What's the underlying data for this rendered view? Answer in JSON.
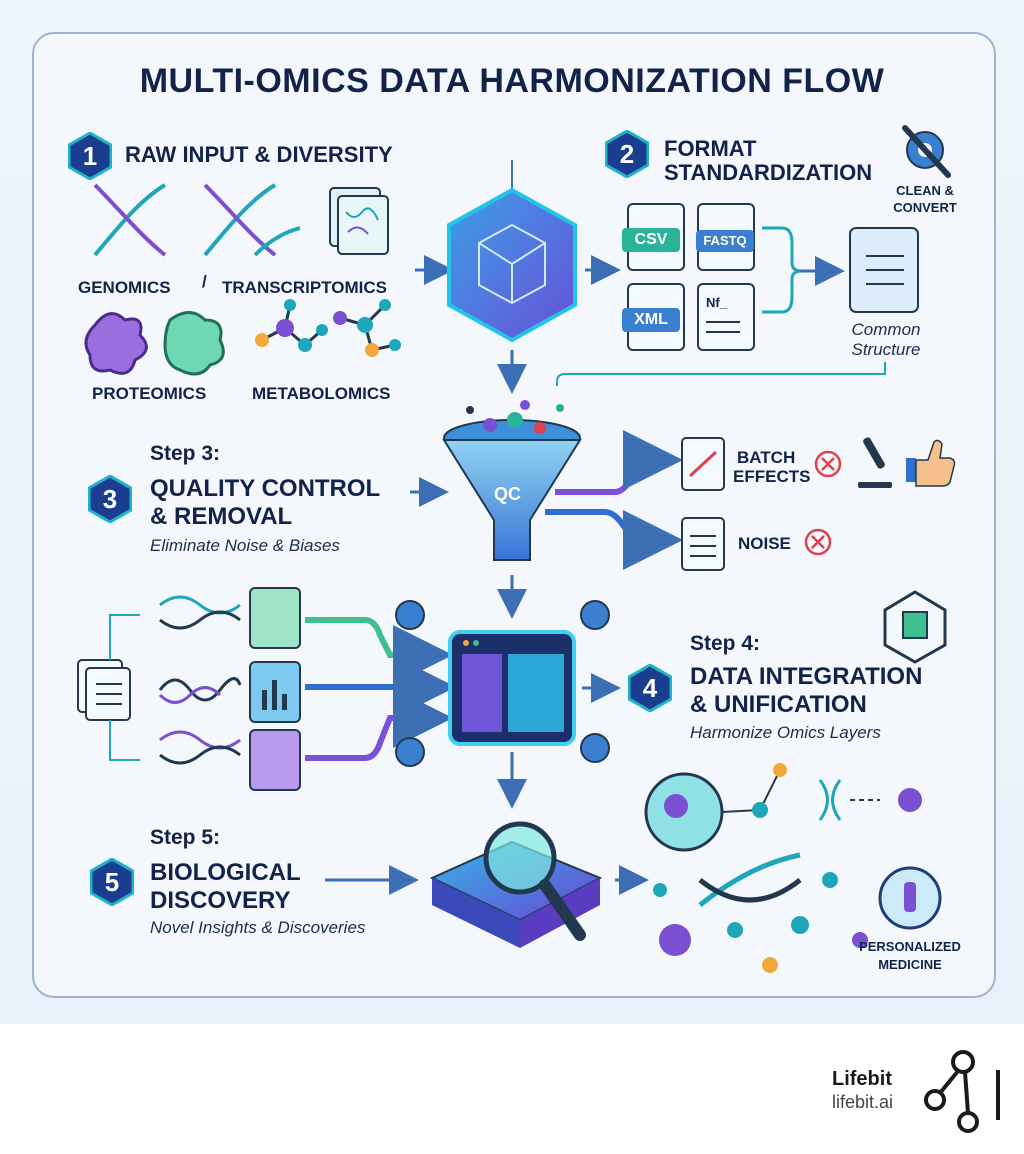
{
  "title": "MULTI-OMICS DATA HARMONIZATION FLOW",
  "steps": {
    "s1": {
      "num": "1",
      "heading": "RAW INPUT & DIVERSITY",
      "labels": {
        "genomics": "GENOMICS",
        "slash": "/",
        "transcriptomics": "TRANSCRIPTOMICS",
        "proteomics": "PROTEOMICS",
        "metabolomics": "METABOLOMICS"
      }
    },
    "s2": {
      "num": "2",
      "heading_line1": "FORMAT",
      "heading_line2": "STANDARDIZATION",
      "clean_line1": "CLEAN &",
      "clean_line2": "CONVERT",
      "files": {
        "csv": "CSV",
        "fastq": "FASTQ",
        "xml": "XML",
        "other": "Nf_"
      },
      "common_line1": "Common",
      "common_line2": "Structure"
    },
    "s3": {
      "num": "3",
      "step_label": "Step 3:",
      "heading_line1": "QUALITY CONTROL",
      "heading_line2": "& REMOVAL",
      "subtitle": "Eliminate Noise & Biases",
      "funnel_label": "QC",
      "batch_line1": "BATCH",
      "batch_line2": "EFFECTS",
      "noise": "NOISE"
    },
    "s4": {
      "num": "4",
      "step_label": "Step 4:",
      "heading_line1": "DATA INTEGRATION",
      "heading_line2": "& UNIFICATION",
      "subtitle": "Harmonize Omics Layers"
    },
    "s5": {
      "num": "5",
      "step_label": "Step 5:",
      "heading_line1": "BIOLOGICAL",
      "heading_line2": "DISCOVERY",
      "subtitle": "Novel Insights & Discoveries",
      "personalized_line1": "PERSONALIZED",
      "personalized_line2": "MEDICINE"
    }
  },
  "brand": {
    "name": "Lifebit",
    "url": "lifebit.ai"
  },
  "colors": {
    "navy": "#12234a",
    "teal": "#1fb5c9",
    "purple": "#7b4fd6",
    "blue": "#2f6fd0",
    "red": "#e0404a",
    "green": "#3fbf8f"
  }
}
